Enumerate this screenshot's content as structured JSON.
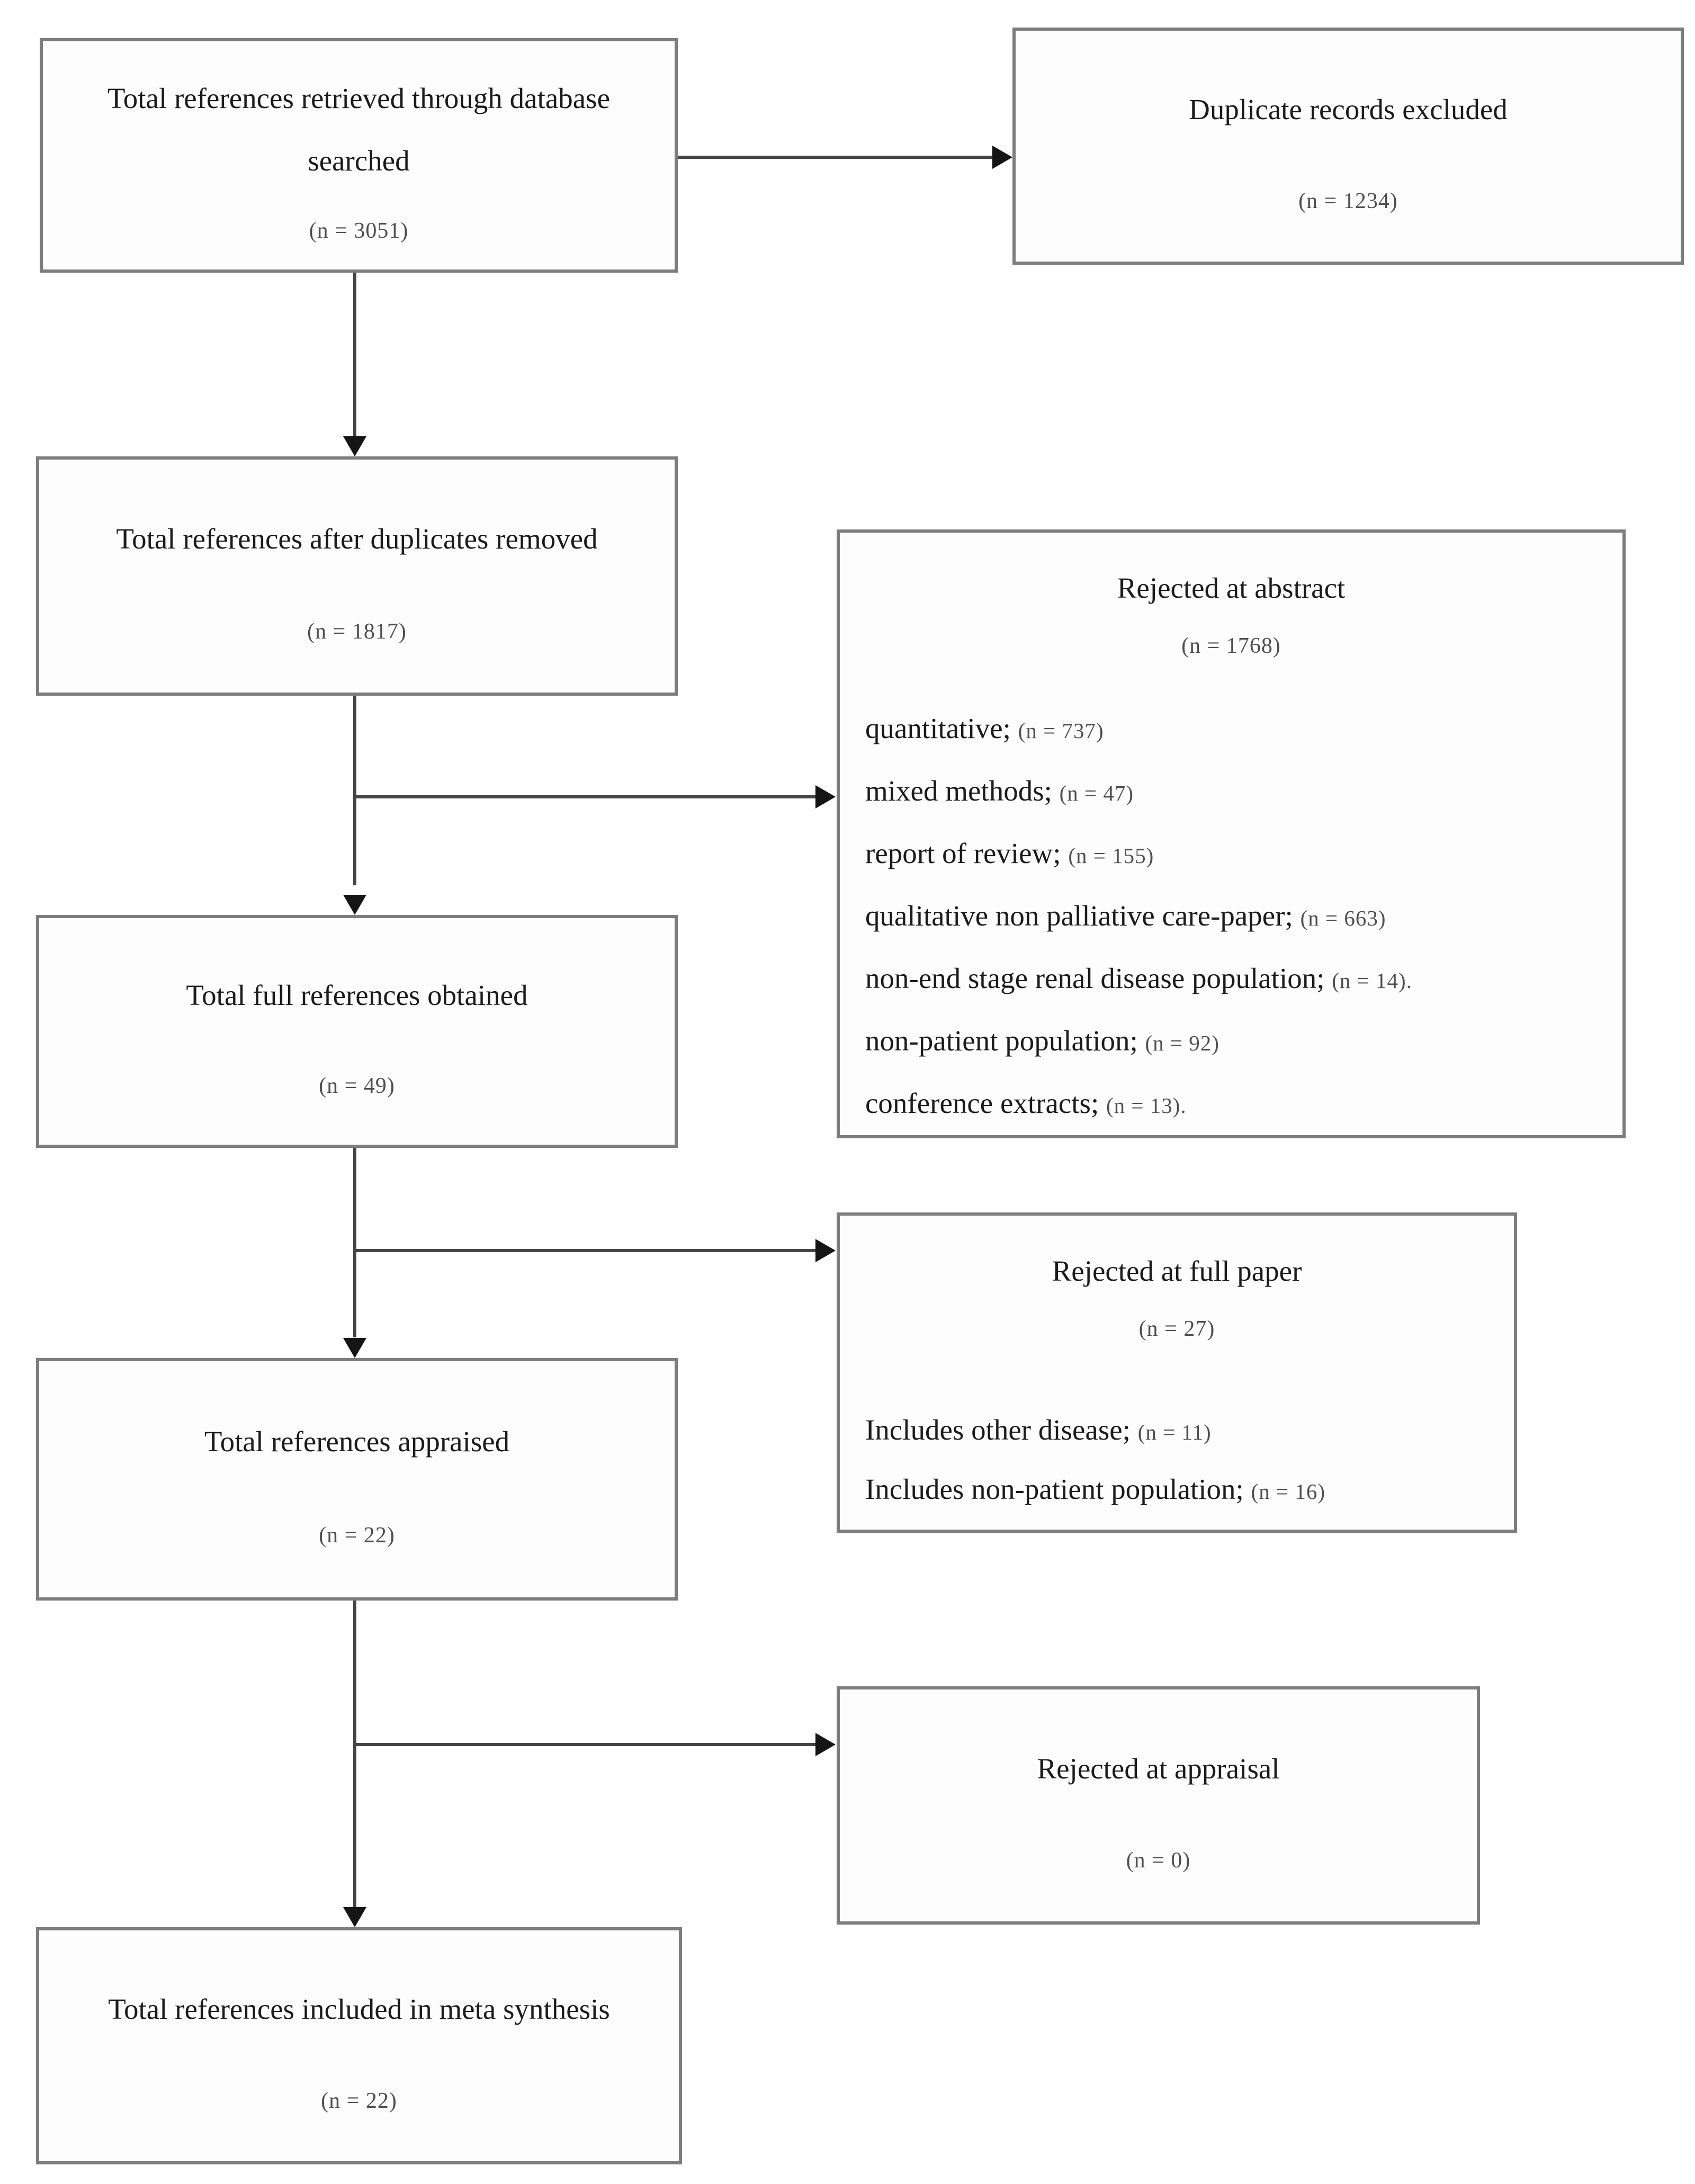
{
  "figure": {
    "type": "prisma-flow-diagram",
    "colors": {
      "background": "#ffffff",
      "box_border": "#7d7d7d",
      "connector_line": "#454545",
      "arrowhead": "#151515",
      "text": "#1b1b1b",
      "count_text": "#4e4e4e"
    },
    "nodes": {
      "retrieved": {
        "title": "Total references retrieved through database searched",
        "count": "(n = 3051)"
      },
      "duplicates_excluded": {
        "title": "Duplicate records excluded",
        "count": "(n = 1234)"
      },
      "after_duplicates": {
        "title": "Total references after duplicates removed",
        "count": "(n = 1817)"
      },
      "rejected_abstract": {
        "title": "Rejected at abstract",
        "count": "(n = 1768)",
        "reasons": [
          {
            "label": "quantitative;",
            "count": "(n = 737)"
          },
          {
            "label": "mixed methods;",
            "count": "(n = 47)"
          },
          {
            "label": "report of review;",
            "count": "(n = 155)"
          },
          {
            "label": "qualitative non palliative care-paper;",
            "count": "(n = 663)"
          },
          {
            "label": "non-end stage renal disease population;",
            "count": "(n = 14)."
          },
          {
            "label": "non-patient population;",
            "count": "(n = 92)"
          },
          {
            "label": "conference extracts;",
            "count": "(n = 13)."
          }
        ]
      },
      "full_obtained": {
        "title": "Total full references obtained",
        "count": "(n = 49)"
      },
      "rejected_full_paper": {
        "title": "Rejected at full paper",
        "count": "(n = 27)",
        "reasons": [
          {
            "label": "Includes other disease;",
            "count": "(n = 11)"
          },
          {
            "label": "Includes non-patient population;",
            "count": "(n = 16)"
          }
        ]
      },
      "appraised": {
        "title": "Total references appraised",
        "count": "(n = 22)"
      },
      "rejected_appraisal": {
        "title": "Rejected at appraisal",
        "count": "(n = 0)"
      },
      "included_meta_synthesis": {
        "title": "Total references included in meta synthesis",
        "count": "(n = 22)"
      }
    }
  }
}
